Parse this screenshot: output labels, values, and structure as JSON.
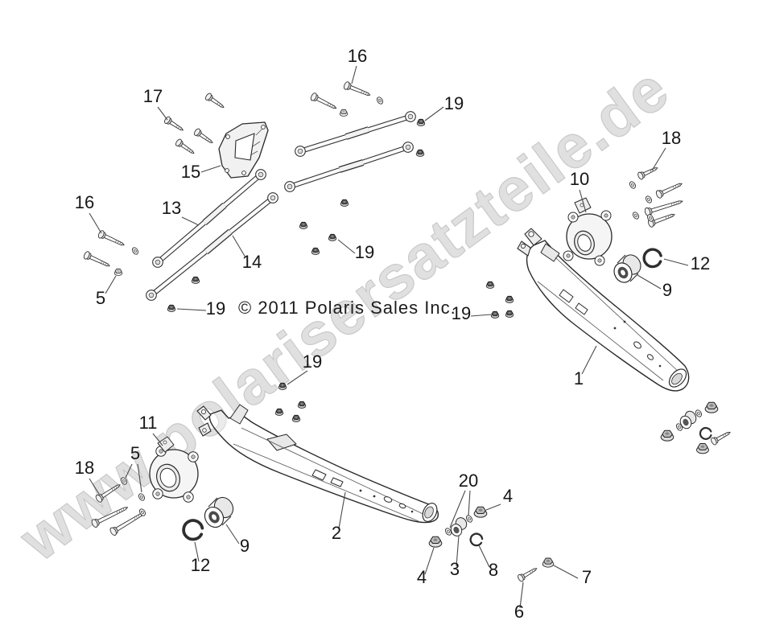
{
  "watermark_text": "www.polarisersatzteile.de",
  "copyright_text": "© 2011 Polaris Sales Inc.",
  "callouts": [
    {
      "label": "17"
    },
    {
      "label": "16"
    },
    {
      "label": "19"
    },
    {
      "label": "18"
    },
    {
      "label": "15"
    },
    {
      "label": "13"
    },
    {
      "label": "16"
    },
    {
      "label": "10"
    },
    {
      "label": "12"
    },
    {
      "label": "9"
    },
    {
      "label": "14"
    },
    {
      "label": "19"
    },
    {
      "label": "19"
    },
    {
      "label": "5"
    },
    {
      "label": "19"
    },
    {
      "label": "19"
    },
    {
      "label": "1"
    },
    {
      "label": "11"
    },
    {
      "label": "5"
    },
    {
      "label": "18"
    },
    {
      "label": "12"
    },
    {
      "label": "9"
    },
    {
      "label": "2"
    },
    {
      "label": "20"
    },
    {
      "label": "4"
    },
    {
      "label": "4"
    },
    {
      "label": "3"
    },
    {
      "label": "8"
    },
    {
      "label": "6"
    },
    {
      "label": "7"
    }
  ]
}
